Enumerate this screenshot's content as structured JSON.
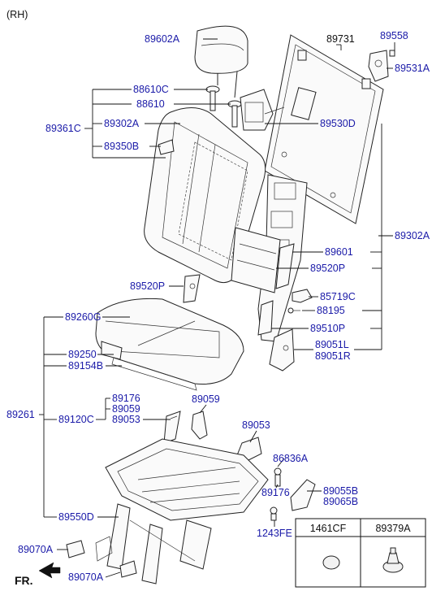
{
  "header": {
    "side": "(RH)"
  },
  "parts": {
    "headrest": "89602A",
    "back_board": "89731",
    "clip_top": "89558",
    "cover_top": "89531A",
    "guide_a": "88610C",
    "guide_b": "88610",
    "back_assy": "89361C",
    "back_cover": "89302A",
    "back_pad": "89350B",
    "latch": "89530D",
    "back_cover_r": "89302A",
    "back_frame": "89601",
    "pivot_r": "89520P",
    "pivot_l": "89520P",
    "knob": "85719C",
    "bolt": "88195",
    "hinge": "89510P",
    "shield_l": "89051L",
    "shield_r": "89051R",
    "cushion_pad": "89260G",
    "cushion_assy": "89261",
    "cushion_cover": "89250",
    "cushion_sub": "89154B",
    "wire_a": "89176",
    "wire_b": "89059",
    "wire_c": "89053",
    "frame_sub": "89120C",
    "bracket_b": "89059",
    "bracket_c": "89053",
    "nut": "86836A",
    "clip_side": "89176",
    "cover_side_a": "89055B",
    "cover_side_b": "89065B",
    "screw": "1243FE",
    "cushion_frame": "89550D",
    "foot_a": "89070A",
    "foot_b": "89070A"
  },
  "table": {
    "col1": "1461CF",
    "col2": "89379A"
  },
  "footer": {
    "fr": "FR."
  }
}
